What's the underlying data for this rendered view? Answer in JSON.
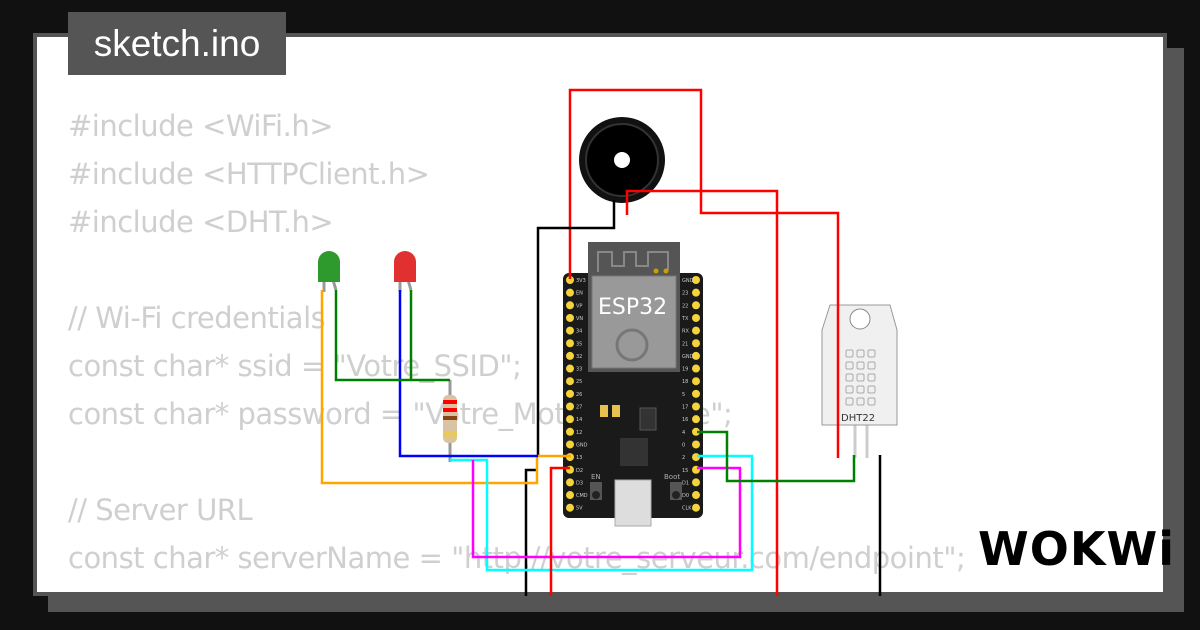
{
  "tab": {
    "title": "sketch.ino"
  },
  "code": {
    "lines": [
      "#include <WiFi.h>",
      "#include <HTTPClient.h>",
      "#include <DHT.h>",
      "",
      "// Wi-Fi credentials",
      "const char* ssid = \"Votre_SSID\";",
      "const char* password = \"Votre_Mot_de_passe\";",
      "",
      "// Server URL",
      "const char* serverName = \"http://votre_serveur.com/endpoint\";"
    ]
  },
  "circuit": {
    "esp32": {
      "label": "ESP32",
      "en_label": "EN",
      "boot_label": "Boot",
      "left_pins": [
        "3V3",
        "EN",
        "VP",
        "VN",
        "34",
        "35",
        "32",
        "33",
        "25",
        "26",
        "27",
        "14",
        "12",
        "GND",
        "13",
        "D2",
        "D3",
        "CMD",
        "5V"
      ],
      "right_pins": [
        "GND",
        "23",
        "22",
        "TX",
        "RX",
        "21",
        "GND",
        "19",
        "18",
        "5",
        "17",
        "16",
        "4",
        "0",
        "2",
        "15",
        "D1",
        "D0",
        "CLK"
      ]
    },
    "dht": {
      "label": "DHT22"
    },
    "leds": [
      {
        "color": "green",
        "hex": "#2e9a2e"
      },
      {
        "color": "red",
        "hex": "#e03030"
      }
    ],
    "wire_colors": {
      "red": "#ff0000",
      "black": "#000000",
      "green": "#008000",
      "blue": "#0000ff",
      "orange": "#ffa500",
      "cyan": "#00ffff",
      "magenta": "#ff00ff"
    }
  },
  "logo": {
    "text": "WOKWi"
  }
}
